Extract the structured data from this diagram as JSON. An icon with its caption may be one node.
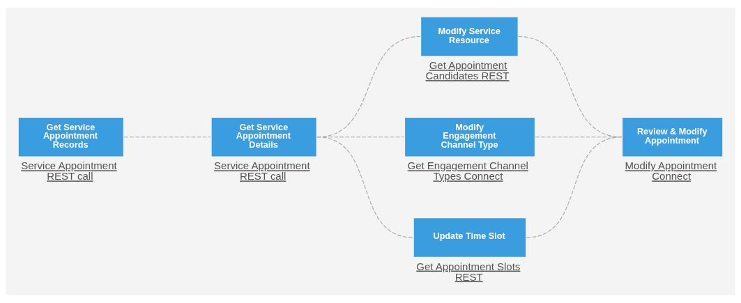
{
  "diagram": {
    "nodes": [
      {
        "text": [
          "Get Service Appointment Records"
        ],
        "beside": [
          "Service Appointment REST call"
        ]
      },
      {
        "text": [
          "Get Service Appointment Details"
        ],
        "beside": [
          "Service Appointment REST call"
        ]
      },
      {
        "text": [
          "Modify Service Resource"
        ],
        "beside": [
          "Get Appointment Candidates REST"
        ]
      },
      {
        "text": [
          "Modify Engagement Channel Type"
        ],
        "beside": [
          "Get Engagement Channel Types Connect"
        ]
      },
      {
        "text": [
          "Update Time Slot"
        ],
        "beside": [
          "Get Appointment Slots REST"
        ]
      },
      {
        "text": [
          "Review & Modify Appointment"
        ],
        "beside": [
          "Modify Appointment Connect"
        ]
      }
    ],
    "edges": [
      {
        "from": 0,
        "to": 1,
        "arrow": "none",
        "style": "dashed"
      },
      {
        "from": 1,
        "to": 2,
        "arrow": "none",
        "style": "dashed"
      },
      {
        "from": 1,
        "to": 3,
        "arrow": "none",
        "style": "dashed"
      },
      {
        "from": 1,
        "to": 4,
        "arrow": "none",
        "style": "dashed"
      },
      {
        "from": 2,
        "to": 5,
        "arrow": "none",
        "style": "dashed"
      },
      {
        "from": 3,
        "to": 5,
        "arrow": "none",
        "style": "dashed"
      },
      {
        "from": 4,
        "to": 5,
        "arrow": "none",
        "style": "dashed"
      }
    ]
  }
}
